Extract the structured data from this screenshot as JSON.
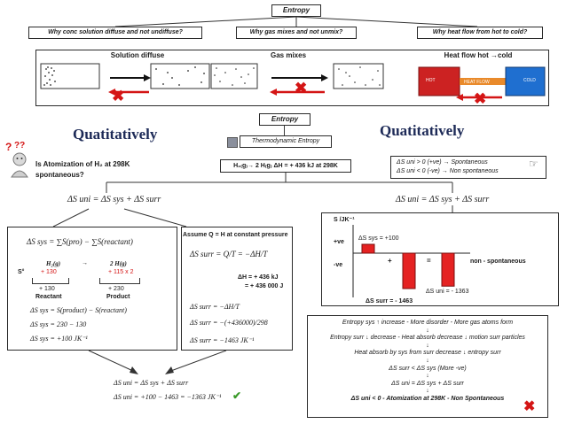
{
  "top": {
    "title": "Entropy",
    "questions": [
      "Why conc solution diffuse and not undiffuse?",
      "Why gas mixes and not unmix?",
      "Why heat flow from hot to cold?"
    ],
    "panels": [
      "Solution diffuse",
      "Gas mixes",
      "Heat flow hot →cold"
    ],
    "heat_labels": [
      "HOT",
      "HEAT FLOW",
      "COLD"
    ]
  },
  "middle": {
    "entropy_label": "Entropy",
    "thermo_label": "Thermodynamic Entropy",
    "qual_left": "Quatitatively",
    "qual_right": "Quatitatively",
    "question": "Is Atomization of H₂ at 298K spontaneous?",
    "reaction": "H₂₍g₎→ 2 H₍g₎ ΔH = + 436 kJ at 298K",
    "spont_rules": [
      "ΔS uni > 0 (+ve) → Spontaneous",
      "ΔS uni < 0 (-ve) → Non spontaneous"
    ]
  },
  "left_calc": {
    "uni_eq": "ΔS uni = ΔS sys + ΔS surr",
    "sys_eq": "ΔS sys = ∑S(pro) − ∑S(reactant)",
    "species": [
      "H₂(g)",
      "→",
      "2 H(g)"
    ],
    "s_label": "S°",
    "s_values": [
      "+ 130",
      "+ 115 x 2"
    ],
    "s_totals": [
      "+ 130",
      "+ 230"
    ],
    "roles": [
      "Reactant",
      "Product"
    ],
    "steps": [
      "ΔS sys = S(product) − S(reactant)",
      "ΔS sys = 230 − 130",
      "ΔS sys = +100 JK⁻¹"
    ]
  },
  "mid_calc": {
    "assume": "Assume Q = H at constant pressure",
    "eq1": "ΔS surr = Q/T = −ΔH/T",
    "dh_lines": [
      "ΔH = + 436 kJ",
      "= + 436 000 J"
    ],
    "steps": [
      "ΔS surr = −ΔH/T",
      "ΔS surr = −(+436000)/298",
      "ΔS surr = −1463 JK⁻¹"
    ]
  },
  "bottom_calc": {
    "lines": [
      "ΔS uni = ΔS sys + ΔS surr",
      "ΔS uni = +100 − 1463 = −1363 JK⁻¹"
    ]
  },
  "right_chart": {
    "eq": "ΔS uni = ΔS sys + ΔS surr",
    "ylabel": "S /JK⁻¹",
    "pos": "+ve",
    "neg": "-ve",
    "plus": "+",
    "equals": "=",
    "verdict": "non - spontaneous",
    "labels": [
      "ΔS sys = +100",
      "ΔS surr = - 1463",
      "ΔS uni = - 1363"
    ],
    "colors": {
      "bar": "#e52222"
    }
  },
  "chart_data": {
    "type": "bar",
    "categories": [
      "ΔS sys",
      "ΔS surr",
      "ΔS uni"
    ],
    "values": [
      100,
      -1463,
      -1363
    ],
    "ylabel": "S /JK⁻¹"
  },
  "summary": {
    "lines": [
      "Entropy sys ↑ increase - More disorder - More gas atoms form",
      "Entropy surr ↓ decrease - Heat absorb decrease ↓ motion surr particles",
      "Heat absorb by sys from surr decrease ↓ entropy surr",
      "ΔS surr < ΔS sys (More -ve)",
      "ΔS uni = ΔS sys + ΔS surr",
      "ΔS uni < 0 - Atomization at 298K - Non Spontaneous"
    ],
    "arrow": "↓"
  },
  "colors": {
    "accent_red": "#d41515",
    "heading_blue": "#1d2a57",
    "hot": "#cc2222",
    "cold": "#1f6fd0"
  }
}
